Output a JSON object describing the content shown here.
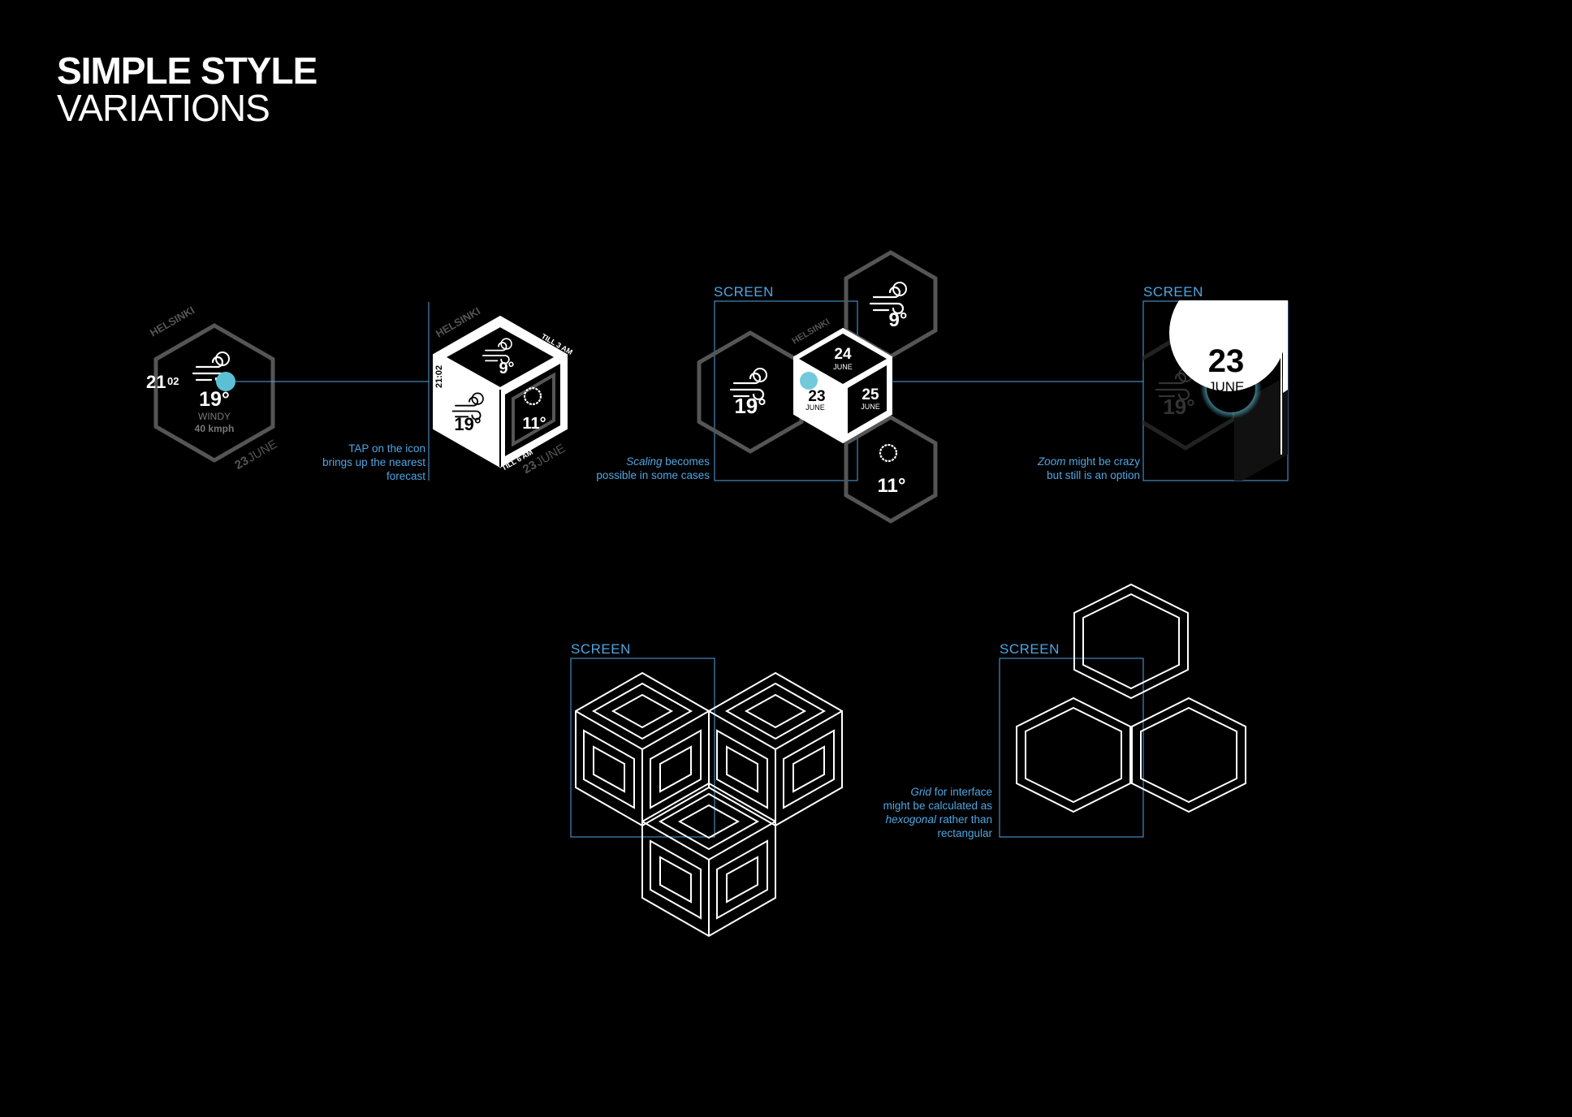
{
  "title": {
    "line1": "SIMPLE STYLE",
    "line2": "VARIATIONS"
  },
  "colors": {
    "accent": "#4fa6e3",
    "tap": "#5bbfd6",
    "grey": "#555555",
    "white": "#ffffff"
  },
  "screen_label": "SCREEN",
  "widget_hex": {
    "city": "HELSINKI",
    "time_hour": "21",
    "time_min": "02",
    "temp": "19°",
    "condition": "WINDY",
    "wind": "40 kmph",
    "date_day": "23",
    "date_month": "JUNE",
    "icon": "wind-cloud-sun-icon"
  },
  "widget_cube": {
    "city": "HELSINKI",
    "time_vertical": "21:02",
    "top_temp": "9°",
    "top_label": "TILL 3 AM",
    "left_temp": "19°",
    "right_temp": "11°",
    "bottom_label": "TILL 6 AM",
    "date_day": "23",
    "date_month": "JUNE"
  },
  "widget_scaling": {
    "city": "HELSINKI",
    "top_day": "24",
    "top_month": "JUNE",
    "left_day": "23",
    "left_month": "JUNE",
    "right_day": "25",
    "right_month": "JUNE",
    "hex_left_temp": "19°",
    "hex_top_temp": "9°",
    "hex_bottom_temp": "11°"
  },
  "widget_zoom": {
    "day": "23",
    "month_top": "JUN",
    "month_mid": "JUNE",
    "temp": "19°"
  },
  "notes": {
    "tap": [
      "TAP on the icon",
      "brings up the nearest",
      "forecast"
    ],
    "scaling_em": "Scaling",
    "scaling_rest": " becomes",
    "scaling_line2": "possible in some cases",
    "zoom_em": "Zoom",
    "zoom_rest": " might be crazy",
    "zoom_line2": "but still is an option",
    "grid_em": "Grid",
    "grid_rest": " for interface",
    "grid_line2": "might be calculated as",
    "grid_line3_em": "hexogonal",
    "grid_line3_rest": " rather than",
    "grid_line4": "rectangular"
  }
}
